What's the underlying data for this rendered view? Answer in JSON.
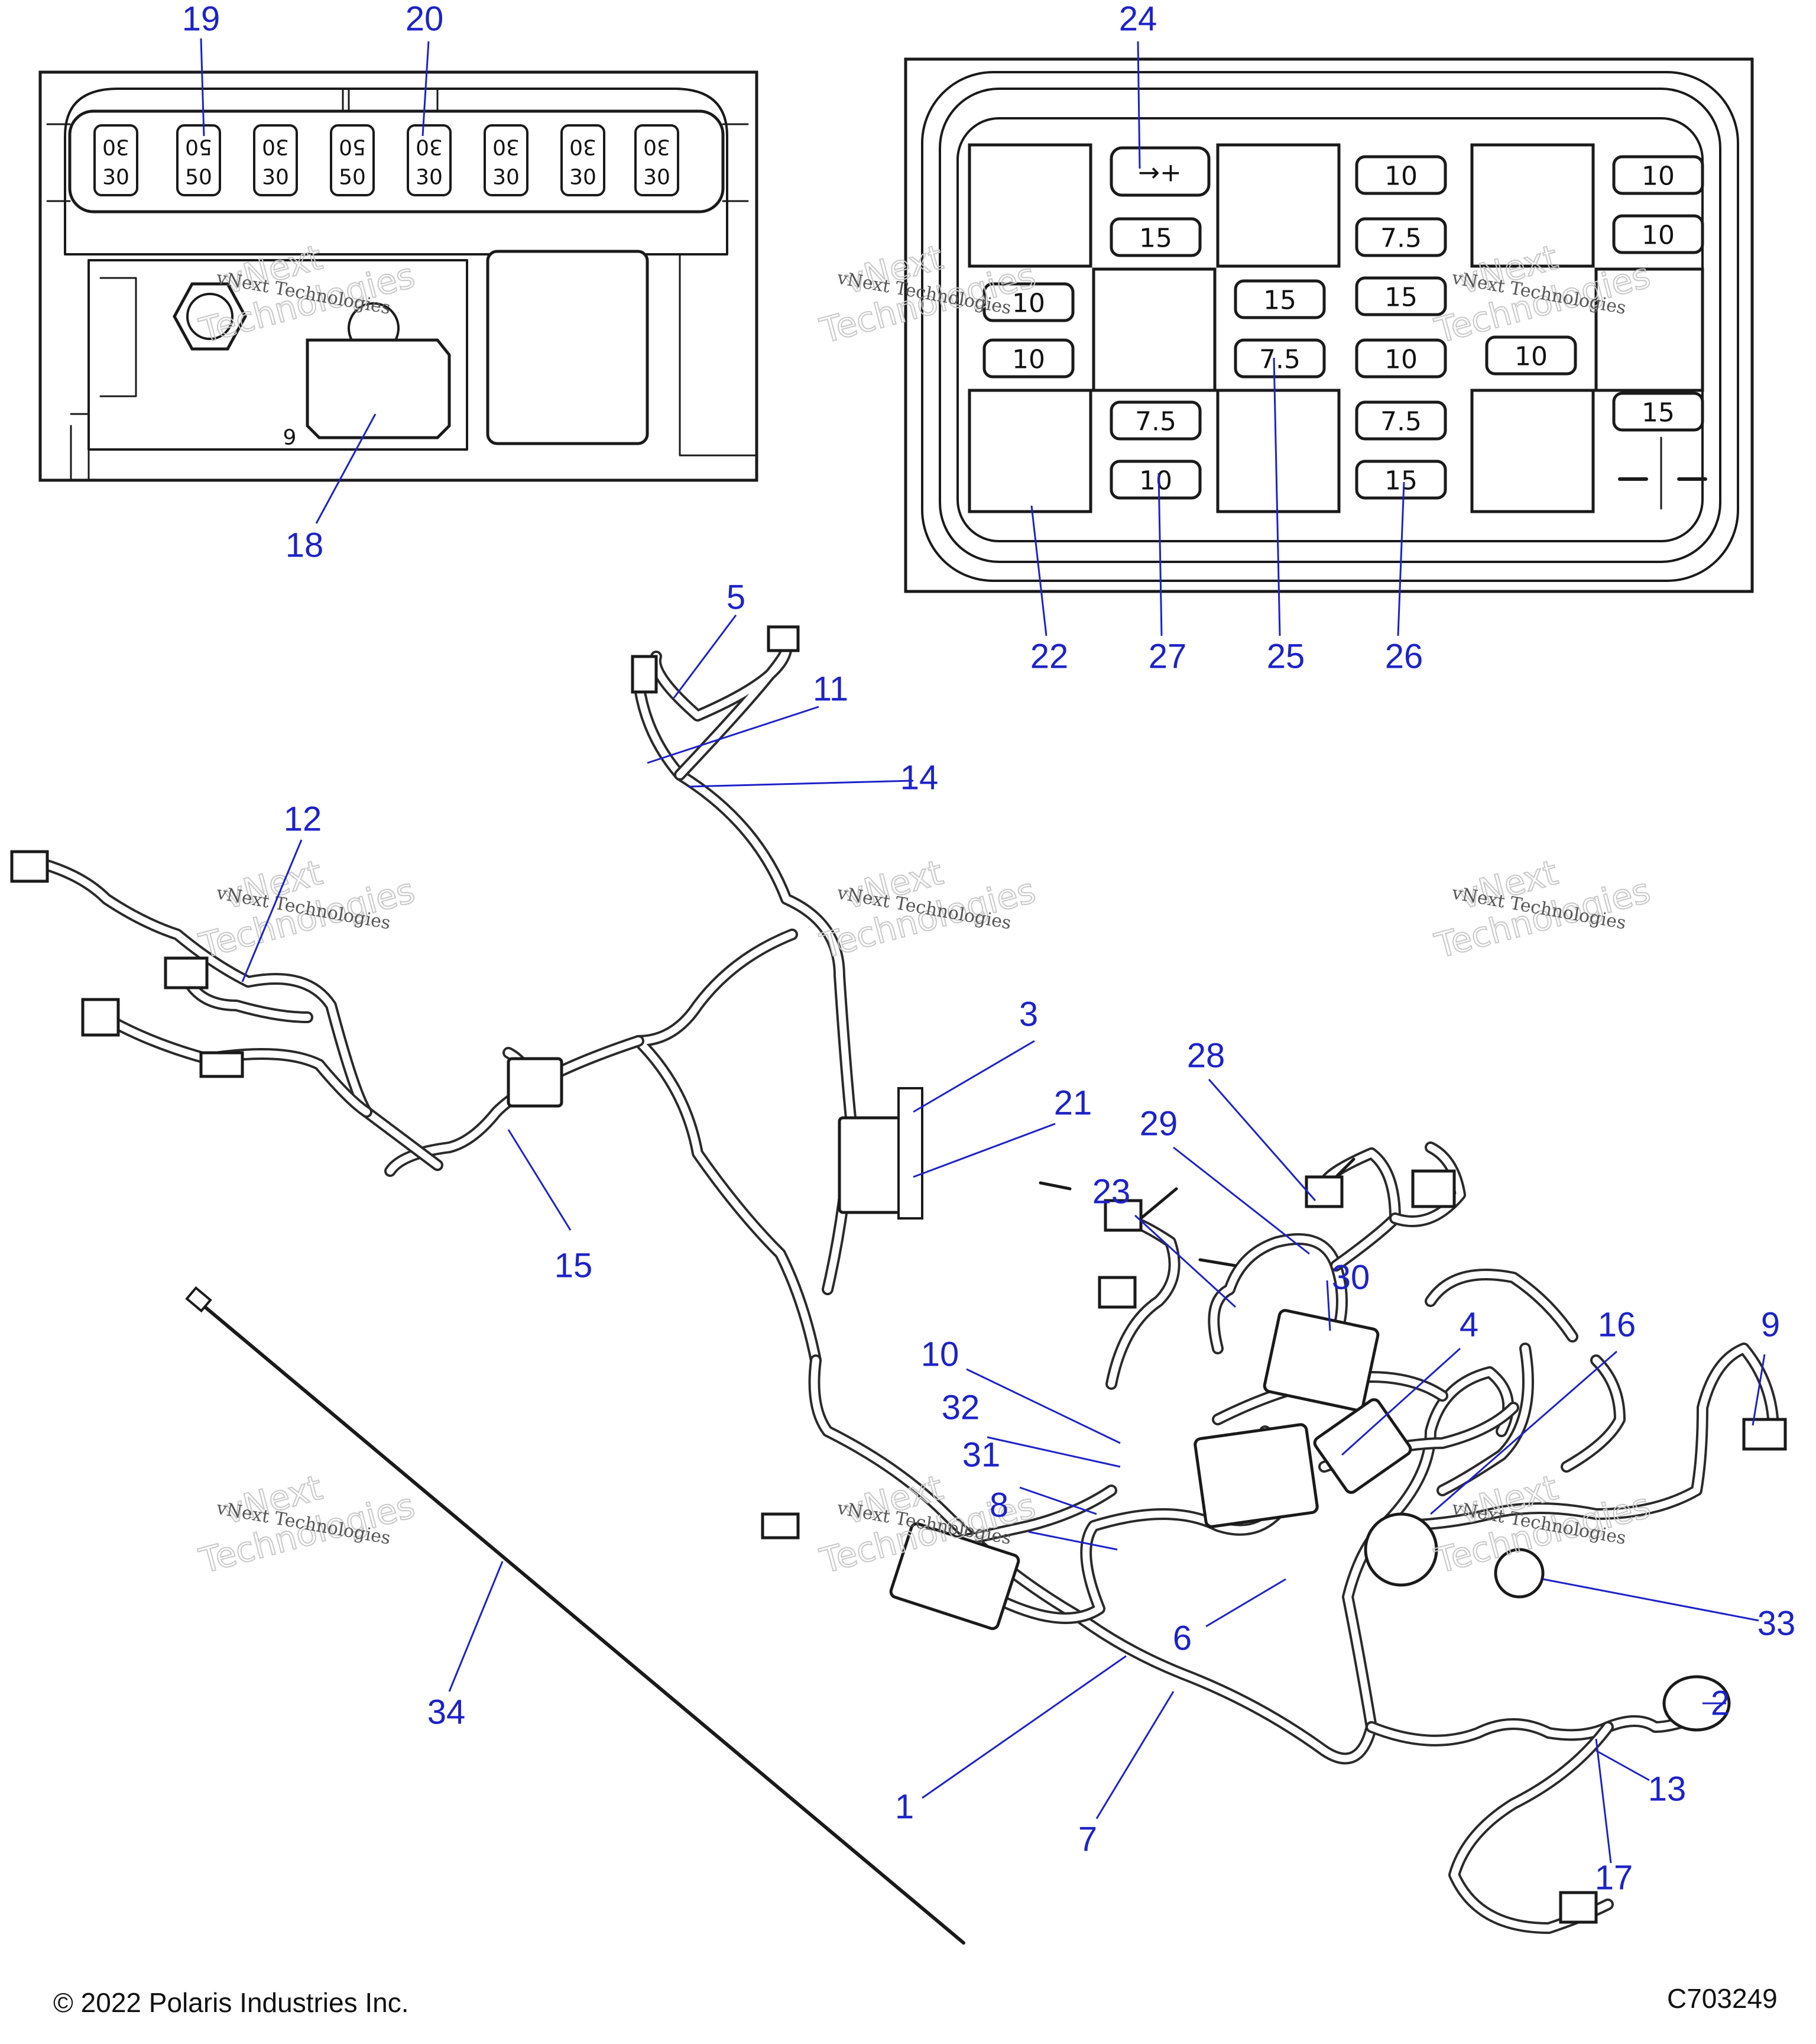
{
  "callouts": [
    "19",
    "20",
    "24",
    "18",
    "22",
    "27",
    "25",
    "26",
    "5",
    "11",
    "14",
    "12",
    "3",
    "21",
    "28",
    "29",
    "23",
    "30",
    "15",
    "4",
    "16",
    "9",
    "10",
    "32",
    "31",
    "8",
    "33",
    "6",
    "2",
    "13",
    "34",
    "17",
    "1",
    "7"
  ],
  "fuse_top_left": {
    "top_values": [
      "30",
      "50",
      "30",
      "50",
      "30",
      "30",
      "30",
      "30"
    ],
    "bottom_values": [
      "30",
      "50",
      "30",
      "50",
      "30",
      "30",
      "30",
      "30"
    ],
    "stamp": "9"
  },
  "fuse_right": {
    "relay_label": "→+",
    "col2": [
      "15",
      "7.5",
      "10"
    ],
    "col3_left": [
      "10",
      "10"
    ],
    "col4": [
      "15",
      "7.5"
    ],
    "col5": [
      "10",
      "7.5",
      "15",
      "10",
      "7.5",
      "15"
    ],
    "col6": [
      "10"
    ],
    "col7": [
      "10",
      "10",
      "15"
    ]
  },
  "watermark": {
    "line1": "vNext Technologies",
    "line2": "vNext",
    "line3": "Technologies"
  },
  "footer": {
    "copyright": "© 2022 Polaris Industries Inc.",
    "code": "C703249"
  },
  "colors": {
    "callout": "#1c22c8",
    "ink": "#1a1a1a"
  }
}
